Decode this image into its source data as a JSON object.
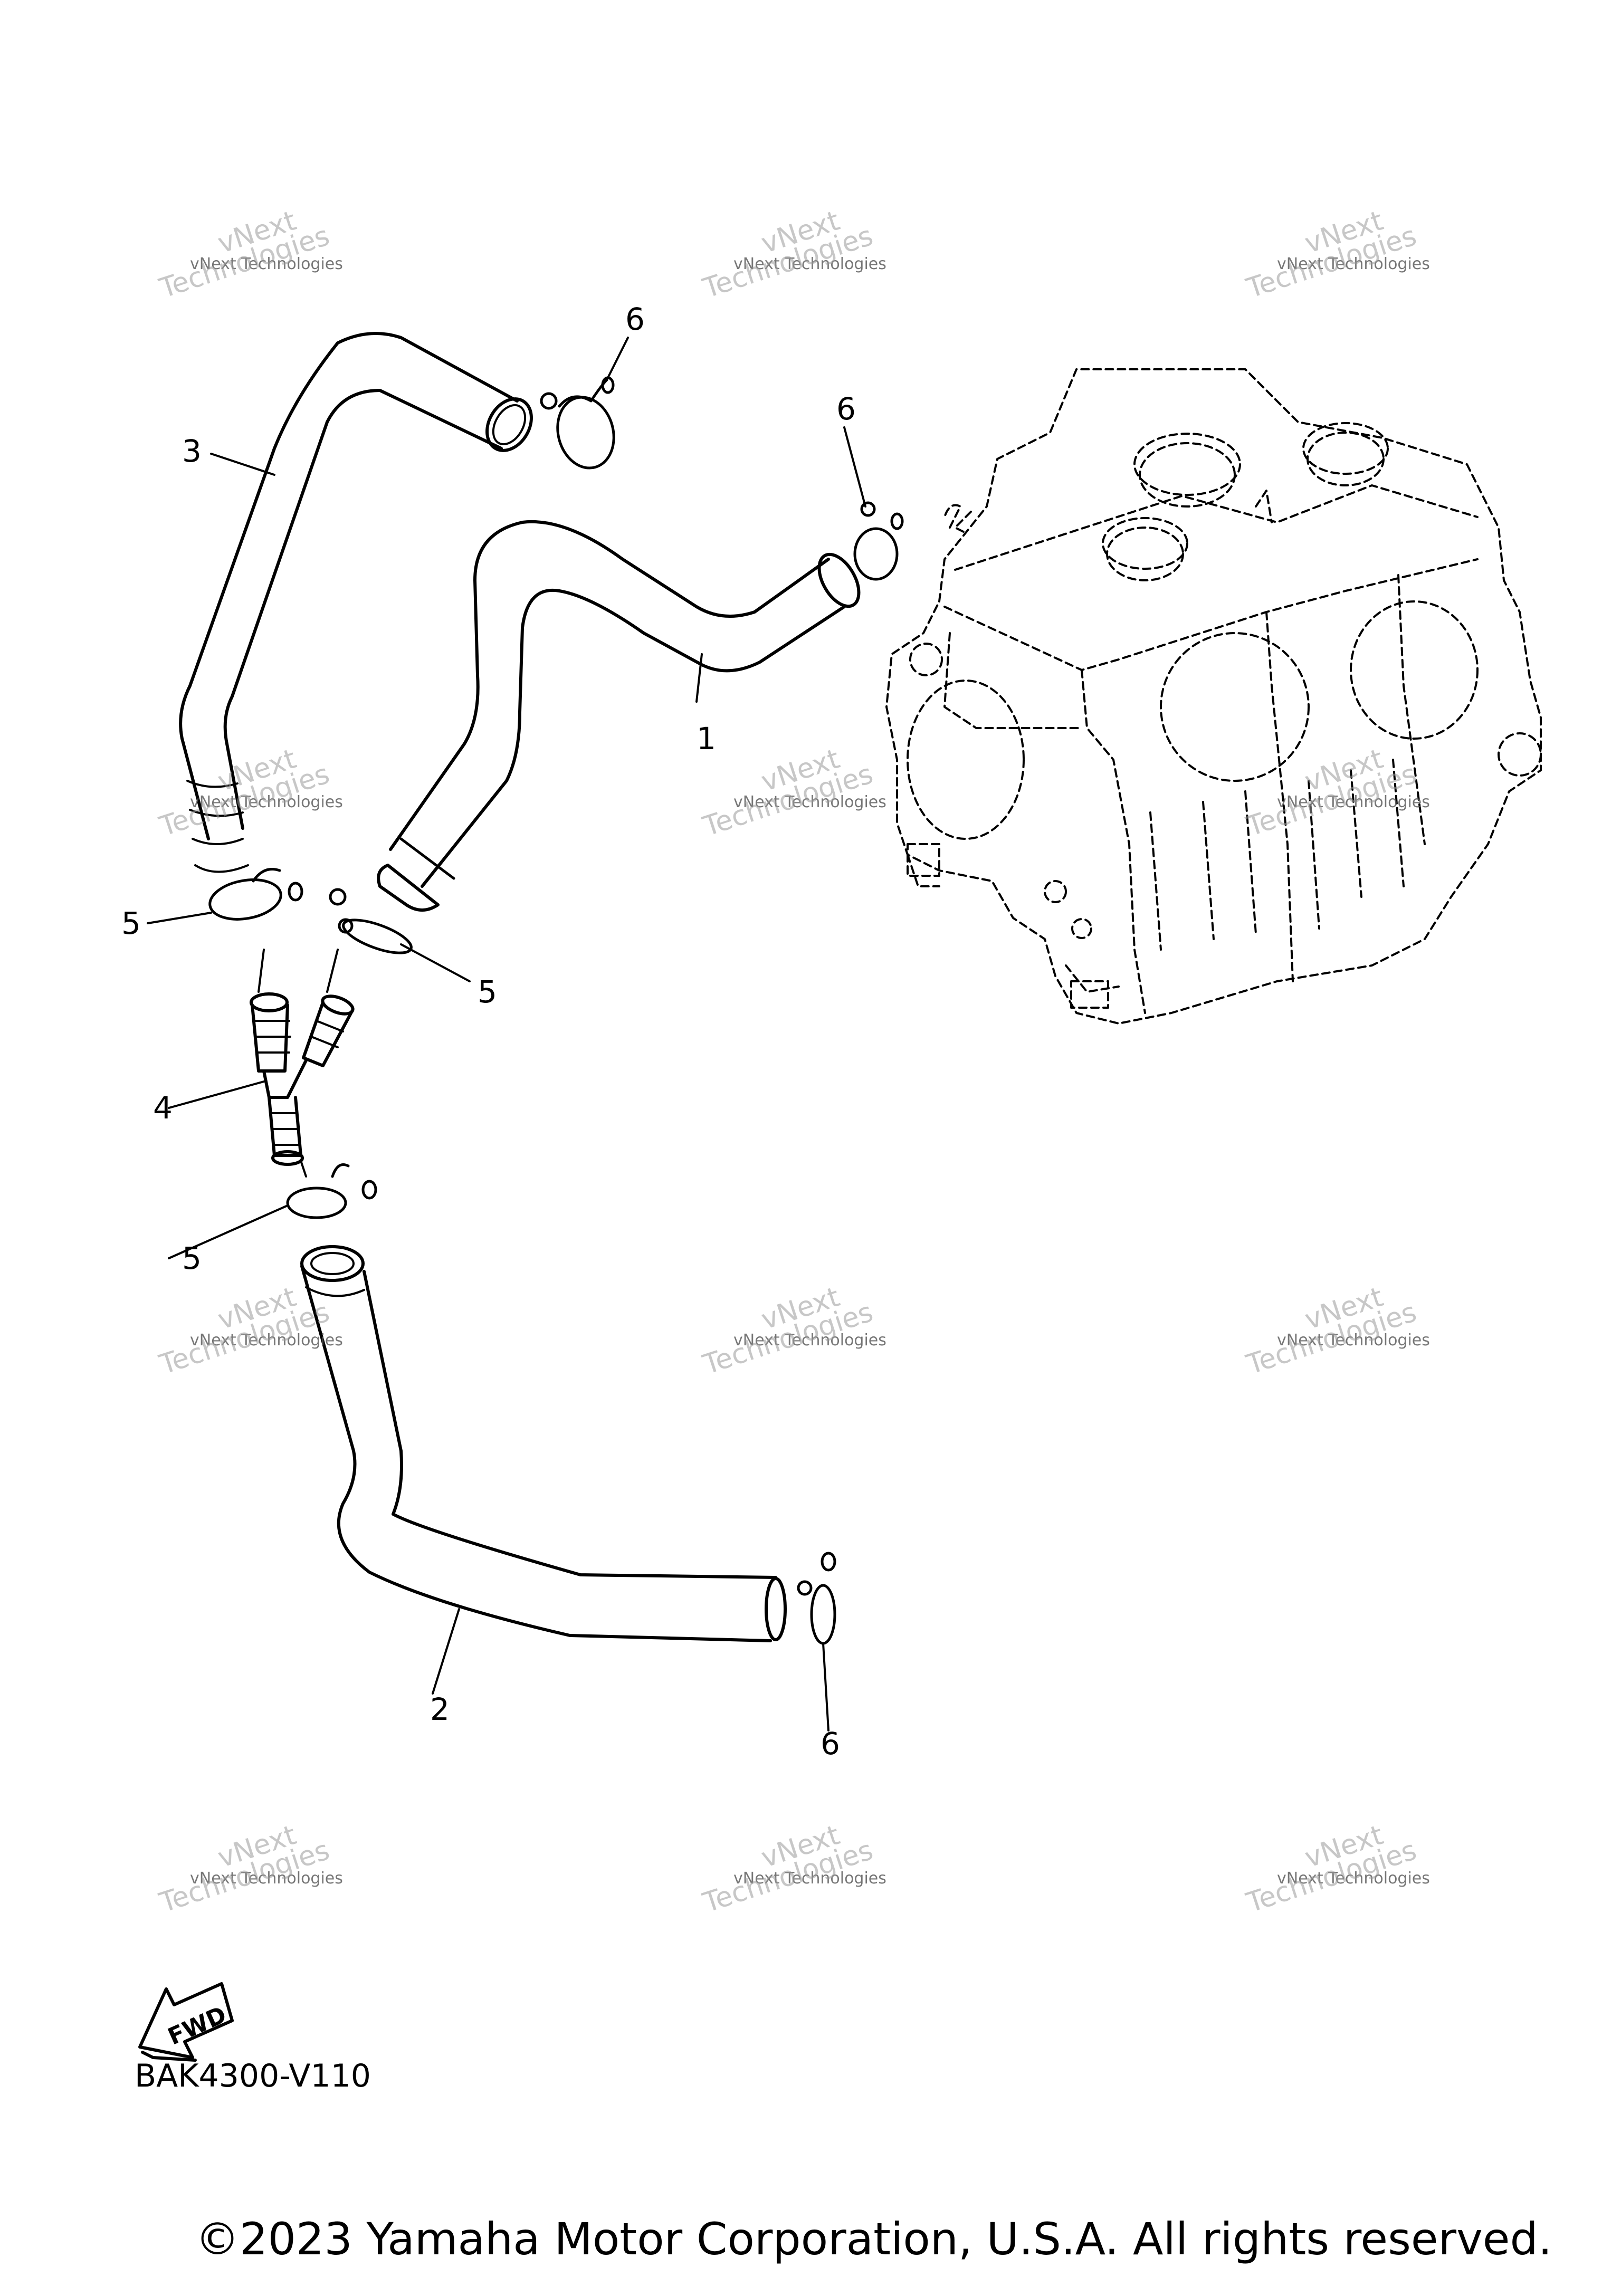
{
  "callouts": {
    "c1": "1",
    "c2": "2",
    "c3": "3",
    "c4": "4",
    "c5a": "5",
    "c5b": "5",
    "c5c": "5",
    "c6a": "6",
    "c6b": "6",
    "c6c": "6"
  },
  "watermark": {
    "line1": "vNext Technologies",
    "line2": "vNext",
    "line3": "Technologies"
  },
  "fwd_label": "FWD",
  "diagram_code": "BAK4300-V110",
  "copyright": "©2023 Yamaha Motor Corporation, U.S.A. All rights reserved."
}
